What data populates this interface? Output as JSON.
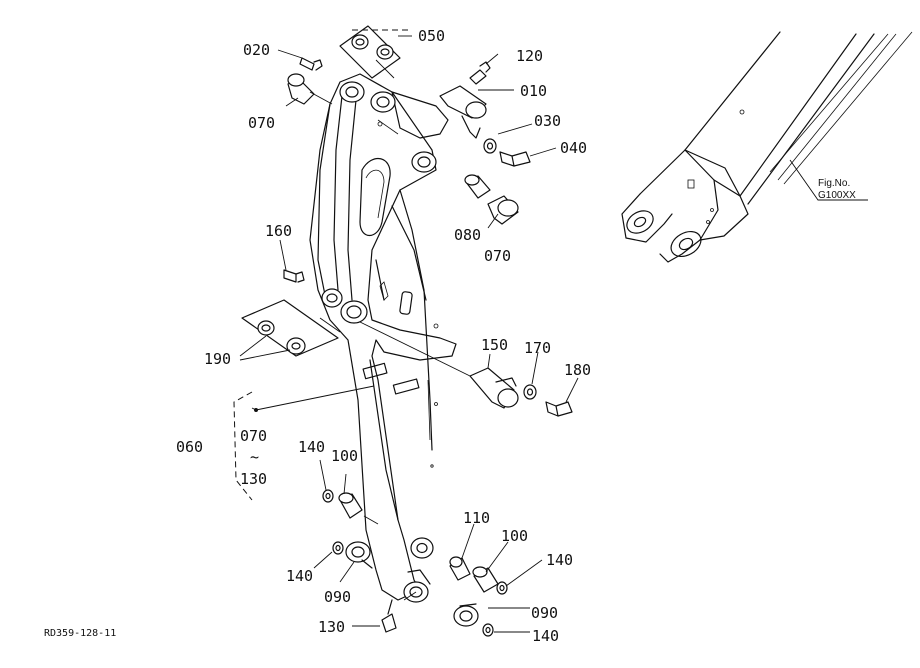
{
  "callouts": {
    "p010": "010",
    "p020": "020",
    "p030": "030",
    "p040": "040",
    "p050": "050",
    "p060": "060",
    "p070_a": "070",
    "p070_b": "070",
    "p070_range": "070",
    "p080": "080",
    "p090_a": "090",
    "p090_b": "090",
    "p100_a": "100",
    "p100_b": "100",
    "p110": "110",
    "p120": "120",
    "p130_range": "130",
    "p130": "130",
    "p140_a": "140",
    "p140_b": "140",
    "p140_c": "140",
    "p140_d": "140",
    "p150": "150",
    "p160": "160",
    "p170": "170",
    "p180": "180",
    "p190": "190",
    "range_symbol": "~"
  },
  "fig_ref": {
    "line1": "Fig.No.",
    "line2": "G100XX"
  },
  "drawing_code": "RD359-128-11"
}
